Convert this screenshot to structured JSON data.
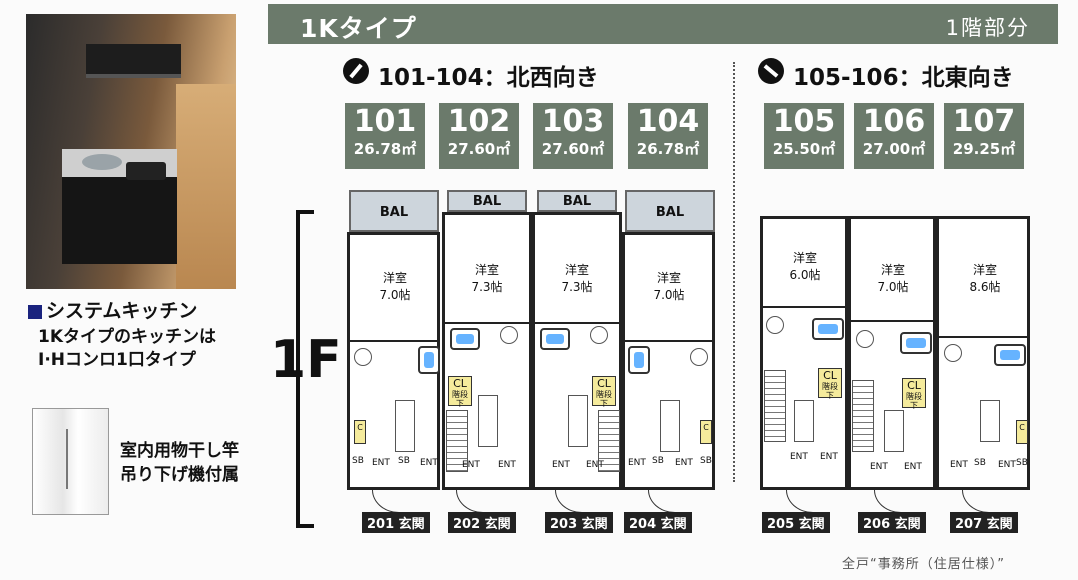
{
  "header": {
    "title": "1Kタイプ",
    "floor_label": "1階部分"
  },
  "kitchen": {
    "title": "システムキッチン",
    "line1": "1Kタイプのキッチンは",
    "line2": "I·Hコンロ1口タイプ"
  },
  "drying": {
    "line1": "室内用物干し竿",
    "line2": "吊り下げ機付属"
  },
  "orient_left": "101-104：北西向き",
  "orient_right": "105-106：北東向き",
  "units": [
    {
      "no": "101",
      "area": "26.78㎡"
    },
    {
      "no": "102",
      "area": "27.60㎡"
    },
    {
      "no": "103",
      "area": "27.60㎡"
    },
    {
      "no": "104",
      "area": "26.78㎡"
    },
    {
      "no": "105",
      "area": "25.50㎡"
    },
    {
      "no": "106",
      "area": "27.00㎡"
    },
    {
      "no": "107",
      "area": "29.25㎡"
    }
  ],
  "floor": "1F",
  "plan": {
    "bal": "BAL",
    "rooms": [
      {
        "t": "洋室",
        "s": "7.0帖"
      },
      {
        "t": "洋室",
        "s": "7.3帖"
      },
      {
        "t": "洋室",
        "s": "7.3帖"
      },
      {
        "t": "洋室",
        "s": "7.0帖"
      },
      {
        "t": "洋室",
        "s": "6.0帖"
      },
      {
        "t": "洋室",
        "s": "7.0帖"
      },
      {
        "t": "洋室",
        "s": "8.6帖"
      }
    ],
    "cl": "CL",
    "cl_note": "階段下",
    "ent": "ENT",
    "sb": "SB",
    "c": "C"
  },
  "entrances": [
    "201 玄関",
    "202 玄関",
    "203 玄関",
    "204 玄関",
    "205 玄関",
    "206 玄関",
    "207 玄関"
  ],
  "footnote": "全戸“事務所（住居仕様）”"
}
